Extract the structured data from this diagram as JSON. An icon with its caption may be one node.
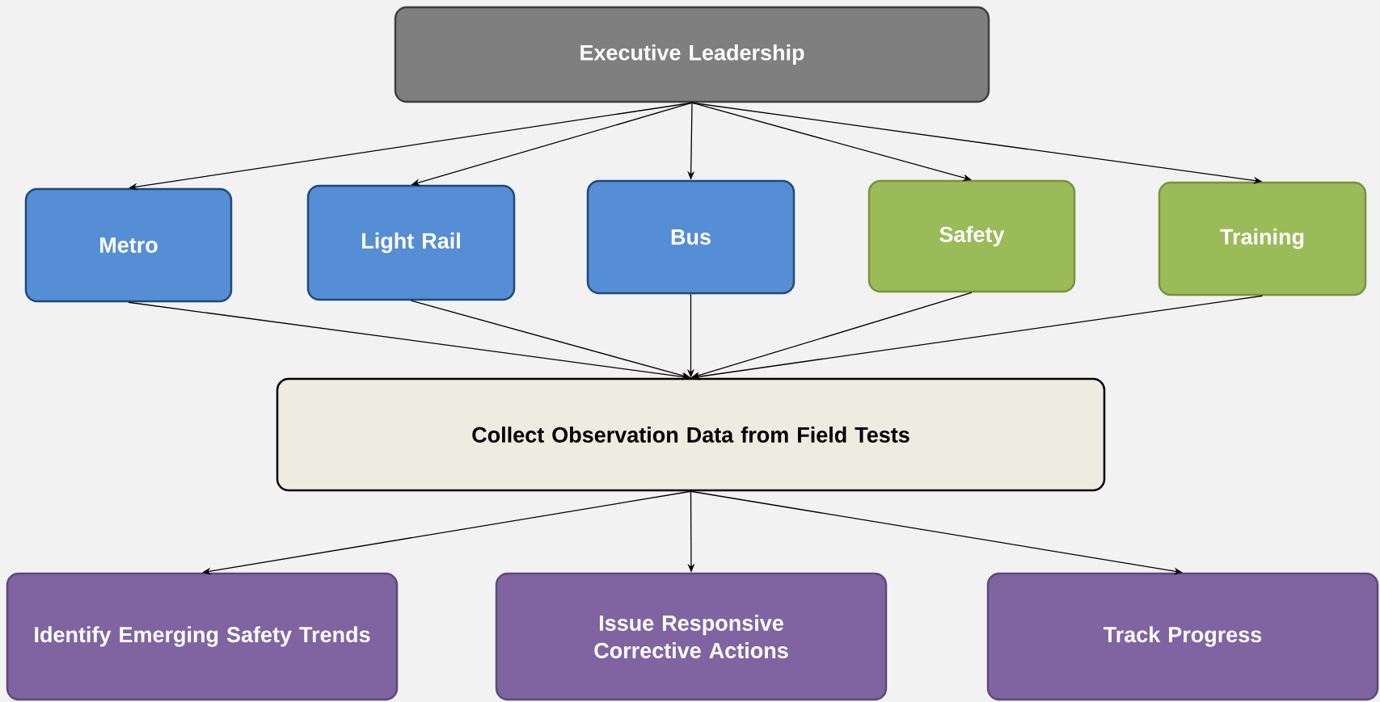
{
  "diagram": {
    "nodes": [
      {
        "text": [
          "Executive Leadership"
        ]
      },
      {
        "text": [
          "Metro"
        ]
      },
      {
        "text": [
          "Light Rail"
        ]
      },
      {
        "text": [
          "Bus"
        ]
      },
      {
        "text": [
          "Safety"
        ]
      },
      {
        "text": [
          "Training"
        ]
      },
      {
        "text": [
          "Collect Observation Data from Field Tests"
        ]
      },
      {
        "text": [
          "Identify Emerging Safety Trends"
        ]
      },
      {
        "text": [
          "Issue Responsive Corrective Actions"
        ]
      },
      {
        "text": [
          "Track Progress"
        ]
      }
    ],
    "edges": [
      {
        "from": 0,
        "to": 1,
        "arrow": "to"
      },
      {
        "from": 0,
        "to": 2,
        "arrow": "to"
      },
      {
        "from": 0,
        "to": 3,
        "arrow": "to"
      },
      {
        "from": 0,
        "to": 4,
        "arrow": "to"
      },
      {
        "from": 0,
        "to": 5,
        "arrow": "to"
      },
      {
        "from": 1,
        "to": 6,
        "arrow": "to"
      },
      {
        "from": 2,
        "to": 6,
        "arrow": "to"
      },
      {
        "from": 3,
        "to": 6,
        "arrow": "to"
      },
      {
        "from": 4,
        "to": 6,
        "arrow": "to"
      },
      {
        "from": 5,
        "to": 6,
        "arrow": "to"
      },
      {
        "from": 6,
        "to": 7,
        "arrow": "to"
      },
      {
        "from": 6,
        "to": 8,
        "arrow": "to"
      },
      {
        "from": 6,
        "to": 9,
        "arrow": "to"
      }
    ]
  }
}
